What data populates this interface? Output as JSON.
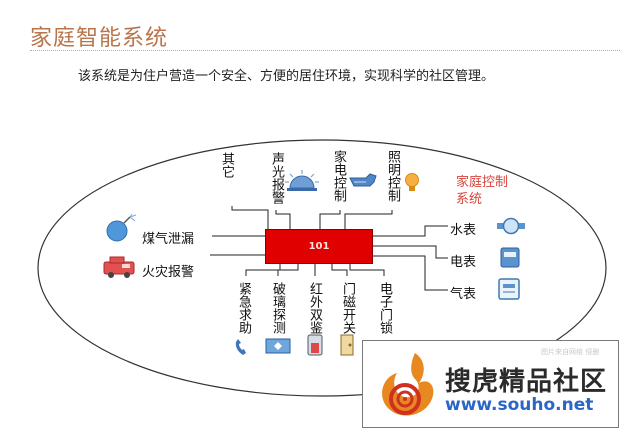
{
  "header": {
    "title": "家庭智能系统",
    "subtitle": "该系统是为住户营造一个安全、方便的居住环境，实现科学的社区管理。"
  },
  "diagram": {
    "center_label": "101",
    "home_control": "家庭控制系统",
    "top_labels": {
      "other": "其它",
      "sound_light_alarm": "声光报警",
      "appliance_control": "家电控制",
      "lighting_control": "照明控制"
    },
    "left_labels": {
      "gas_leak": "煤气泄漏",
      "fire_alarm": "火灾报警"
    },
    "right_labels": {
      "water_meter": "水表",
      "electric_meter": "电表",
      "gas_meter": "气表"
    },
    "bottom_labels": {
      "emergency_help": "紧急求助",
      "glass_break": "破璃探测",
      "infrared_dual": "红外双鉴",
      "door_switch": "门磁开关",
      "electronic_lock": "电子门锁"
    },
    "colors": {
      "center_box": "#e00000",
      "ellipse_stroke": "#333333",
      "title": "#b8744a",
      "home_control": "#d8453b"
    }
  },
  "watermark": {
    "brand_cn": "搜虎精品社区",
    "url": "www.souho.net",
    "small_text": "图片来自网络  侵删"
  }
}
